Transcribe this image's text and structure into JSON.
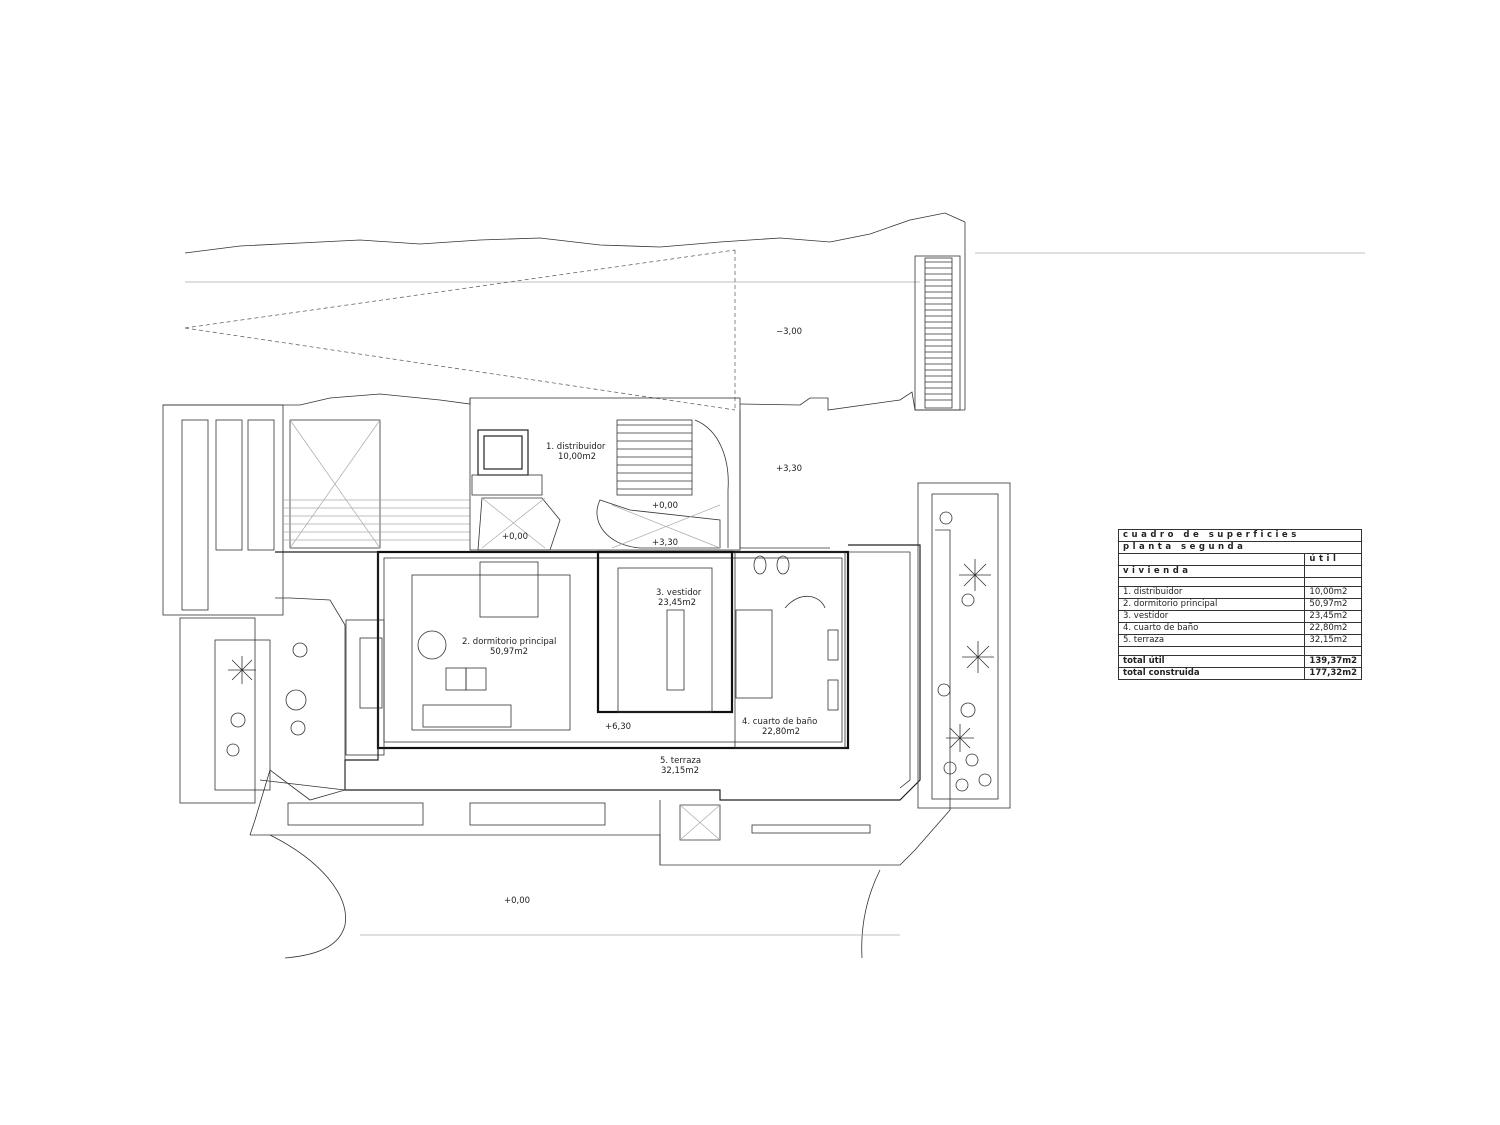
{
  "plan": {
    "levels": {
      "top": "−3,00",
      "right_upper": "+3,30",
      "stair_a": "+0,00",
      "left_mid": "+0,00",
      "stair_b": "+3,30",
      "floor": "+6,30",
      "ground": "+0,00"
    },
    "rooms": [
      {
        "name": "1.  distribuidor",
        "area": "10,00m2"
      },
      {
        "name": "2.  dormitorio  principal",
        "area": "50,97m2"
      },
      {
        "name": "3.  vestidor",
        "area": "23,45m2"
      },
      {
        "name": "4.  cuarto  de  baño",
        "area": "22,80m2"
      },
      {
        "name": "5.  terraza",
        "area": "32,15m2"
      }
    ]
  },
  "area_table": {
    "title": "cuadro de superficies",
    "subtitle": "planta segunda",
    "column_header": "útil",
    "section": "vivienda",
    "rows": [
      {
        "label": "1.  distribuidor",
        "value": "10,00m2"
      },
      {
        "label": "2.  dormitorio  principal",
        "value": "50,97m2"
      },
      {
        "label": "3.  vestidor",
        "value": "23,45m2"
      },
      {
        "label": "4.  cuarto  de  baño",
        "value": "22,80m2"
      },
      {
        "label": "5.  terraza",
        "value": "32,15m2"
      }
    ],
    "total_util_label": "total  útil",
    "total_util_value": "139,37m2",
    "total_built_label": "total  construida",
    "total_built_value": "177,32m2"
  }
}
